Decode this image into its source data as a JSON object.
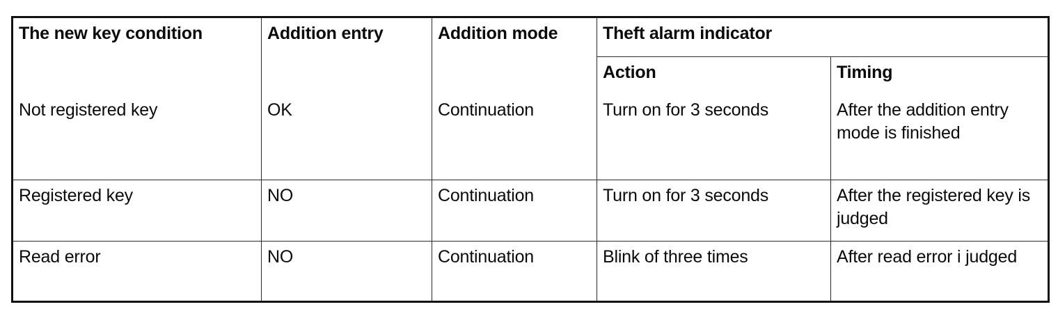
{
  "table": {
    "headers": {
      "col1": "The new key condition",
      "col2": "Addition entry",
      "col3": "Addition mode",
      "group": "Theft alarm indicator",
      "sub1": "Action",
      "sub2": "Timing"
    },
    "rows": [
      {
        "condition": "Not registered key",
        "entry": "OK",
        "mode": "Continuation",
        "action": "Turn on for 3 seconds",
        "timing": "After the addition entry mode is finished"
      },
      {
        "condition": "Registered key",
        "entry": "NO",
        "mode": "Continuation",
        "action": "Turn on for 3 seconds",
        "timing": "After the registered key is judged"
      },
      {
        "condition": "Read error",
        "entry": "NO",
        "mode": "Continuation",
        "action": "Blink of three times",
        "timing": "After read error i judged"
      }
    ]
  },
  "colors": {
    "text": "#0a0a0a",
    "border_outer": "#111111",
    "border_inner": "#2b2b2b",
    "background": "#ffffff"
  }
}
